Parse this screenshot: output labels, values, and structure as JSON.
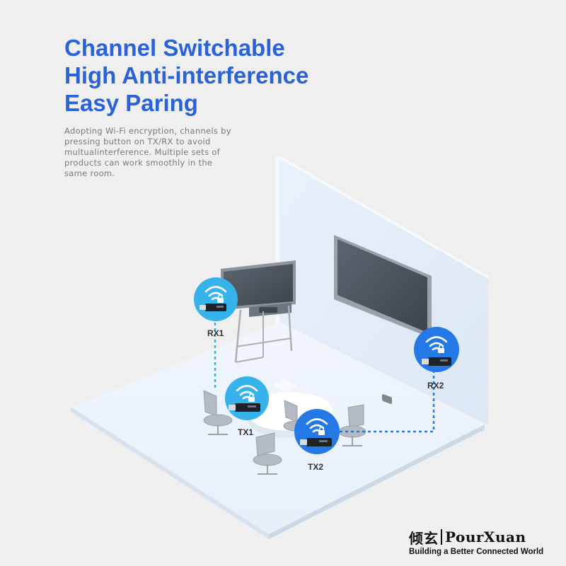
{
  "headline": {
    "line1": "Channel Switchable",
    "line2": "High Anti-interference",
    "line3": "Easy Paring"
  },
  "description": "Adopting Wi-Fi encryption, channels by pressing button on TX/RX to avoid multualinterference. Multiple sets of products can work smoothly in the same room.",
  "devices": {
    "rx1": {
      "label": "RX1",
      "color": "#35b3ea"
    },
    "tx1": {
      "label": "TX1",
      "color": "#35b3ea"
    },
    "rx2": {
      "label": "RX2",
      "color": "#2479e6"
    },
    "tx2": {
      "label": "TX2",
      "color": "#2479e6"
    }
  },
  "brand": {
    "chinese": "倾玄",
    "english": "PourXuan",
    "tagline": "Building a Better Connected World"
  },
  "colors": {
    "accent": "#2a63d8",
    "background": "#efefef",
    "room_floor": "#eef4fb",
    "room_wall": "#e5eef8"
  }
}
